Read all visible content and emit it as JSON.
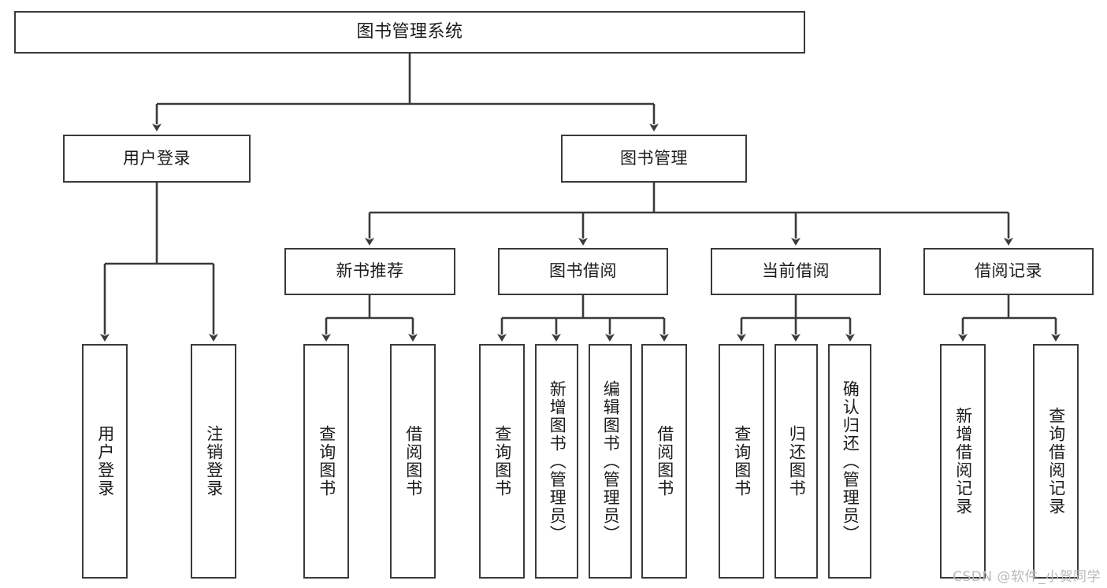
{
  "diagram": {
    "title": "图书管理系统",
    "watermark": "CSDN @软件_小贺同学",
    "line_color": "#3a3a3a",
    "box_fill": "#ffffff",
    "text_color": "#1b1b1b",
    "watermark_color": "#b9b9b9"
  },
  "nodes": {
    "root": {
      "label": "图书管理系统"
    },
    "level2": [
      {
        "label": "用户登录"
      },
      {
        "label": "图书管理"
      }
    ],
    "level3": [
      {
        "label": "新书推荐"
      },
      {
        "label": "图书借阅"
      },
      {
        "label": "当前借阅"
      },
      {
        "label": "借阅记录"
      }
    ],
    "leaves": {
      "user_login": [
        {
          "label": "用户登录"
        },
        {
          "label": "注销登录"
        }
      ],
      "new_book_recommend": [
        {
          "label": "查询图书"
        },
        {
          "label": "借阅图书"
        }
      ],
      "book_borrow": [
        {
          "label": "查询图书"
        },
        {
          "label": "新增图书（管理员）"
        },
        {
          "label": "编辑图书（管理员）"
        },
        {
          "label": "借阅图书"
        }
      ],
      "current_borrow": [
        {
          "label": "查询图书"
        },
        {
          "label": "归还图书"
        },
        {
          "label": "确认归还（管理员）"
        }
      ],
      "borrow_records": [
        {
          "label": "新增借阅记录"
        },
        {
          "label": "查询借阅记录"
        }
      ]
    }
  }
}
